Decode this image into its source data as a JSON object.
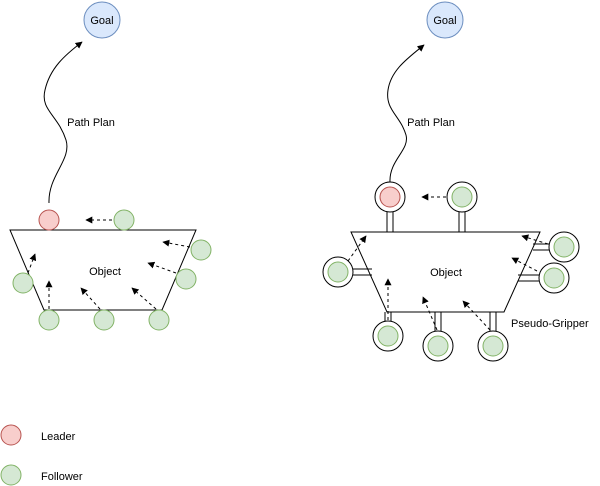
{
  "labels": {
    "goal_left": "Goal",
    "goal_right": "Goal",
    "path_plan_left": "Path Plan",
    "path_plan_right": "Path Plan",
    "object_left": "Object",
    "object_right": "Object",
    "pseudo_gripper": "Pseudo-Gripper"
  },
  "legend": {
    "leader": "Leader",
    "follower": "Follower"
  },
  "colors": {
    "goal_fill": "#dae8fc",
    "goal_stroke": "#6c8ebf",
    "leader_fill": "#f8cecc",
    "leader_stroke": "#b85450",
    "follower_fill": "#d5e8d4",
    "follower_stroke": "#82b366"
  }
}
